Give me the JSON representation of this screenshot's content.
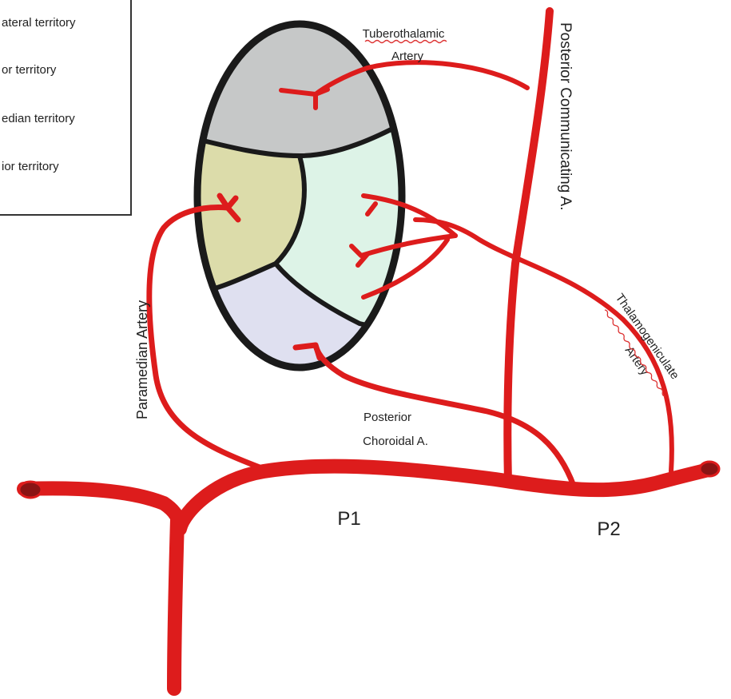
{
  "legend": {
    "items": [
      {
        "label": "ateral territory"
      },
      {
        "label": "or territory"
      },
      {
        "label": "edian territory"
      },
      {
        "label": "ior territory"
      }
    ]
  },
  "labels": {
    "tuberothalamic_line1": "Tuberothalamic",
    "tuberothalamic_line2": "Artery",
    "posterior_communicating": "Posterior Communicating A.",
    "paramedian": "Paramedian Artery",
    "thalamogeniculate_line1": "Thalamogeniculate",
    "thalamogeniculate_line2": "Artery",
    "posterior_choroidal_line1": "Posterior",
    "posterior_choroidal_line2": "Choroidal A.",
    "p1": "P1",
    "p2": "P2"
  },
  "colors": {
    "artery": "#dd1c1c",
    "artery_end": "#8a1414",
    "outline": "#1a1a1a",
    "territory_top": "#c6c8c8",
    "territory_left": "#dcdcaa",
    "territory_right": "#ddf3e7",
    "territory_bottom": "#dfe0f0"
  }
}
